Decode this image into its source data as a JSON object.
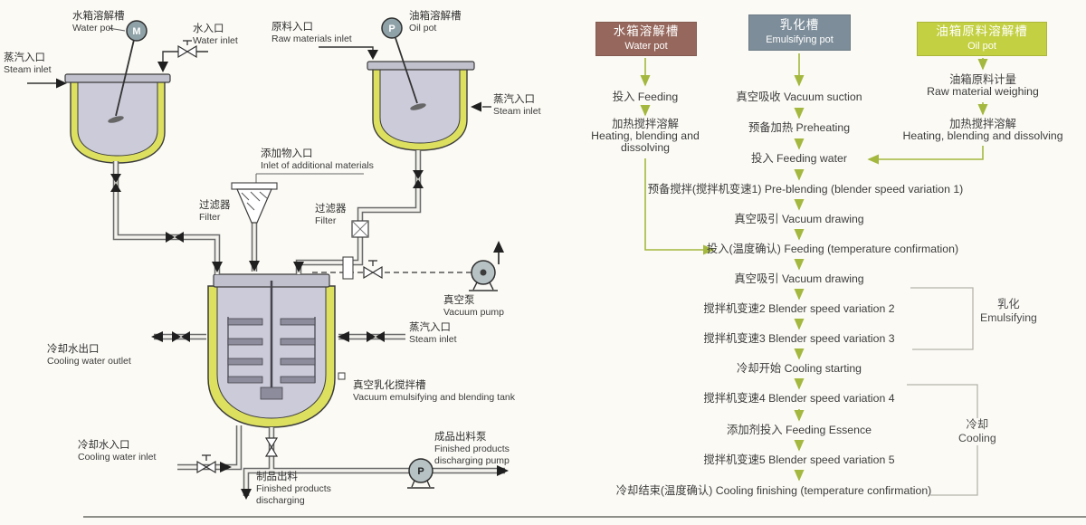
{
  "colors": {
    "background": "#fbfaf5",
    "jacket_green": "#dce05e",
    "vessel_gray": "#cccbda",
    "water_header": "#96675c",
    "emulsify_header": "#7d8d99",
    "oil_header": "#c3d041",
    "flow_arrow_green": "#a4b83f"
  },
  "pfd": {
    "motor_label": "M",
    "pump_label": "P",
    "water_pot": {
      "zh": "水箱溶解槽",
      "en": "Water pot"
    },
    "water_inlet": {
      "zh": "水入口",
      "en": "Water inlet"
    },
    "steam_inlet_water": {
      "zh": "蒸汽入口",
      "en": "Steam inlet"
    },
    "raw_materials_inlet": {
      "zh": "原料入口",
      "en": "Raw materials inlet"
    },
    "oil_pot": {
      "zh": "油箱溶解槽",
      "en": "Oil pot"
    },
    "steam_inlet_oil": {
      "zh": "蒸汽入口",
      "en": "Steam inlet"
    },
    "additional_inlet": {
      "zh": "添加物入口",
      "en": "Inlet of additional materials"
    },
    "filter_left": {
      "zh": "过滤器",
      "en": "Filter"
    },
    "filter_right": {
      "zh": "过滤器",
      "en": "Filter"
    },
    "vacuum_pump": {
      "zh": "真空泵",
      "en": "Vacuum pump"
    },
    "steam_inlet_main": {
      "zh": "蒸汽入口",
      "en": "Steam inlet"
    },
    "cooling_water_outlet": {
      "zh": "冷却水出口",
      "en": "Cooling water outlet"
    },
    "main_tank": {
      "zh": "真空乳化搅拌槽",
      "en": "Vacuum emulsifying and blending tank"
    },
    "cooling_water_inlet": {
      "zh": "冷却水入口",
      "en": "Cooling water inlet"
    },
    "discharge_pump": {
      "zh": "成品出料泵",
      "en_line1": "Finished products",
      "en_line2": "discharging pump"
    },
    "discharge": {
      "zh": "制品出料",
      "en_line1": "Finished products",
      "en_line2": "discharging"
    }
  },
  "flow": {
    "headers": [
      {
        "zh": "水箱溶解槽",
        "en": "Water pot"
      },
      {
        "zh": "乳化槽",
        "en": "Emulsifying pot"
      },
      {
        "zh": "油箱原料溶解槽",
        "en": "Oil pot"
      }
    ],
    "water_steps": {
      "feeding": "投入 Feeding",
      "heating_zh": "加热搅拌溶解",
      "heating_en1": "Heating, blending and",
      "heating_en2": "dissolving"
    },
    "oil_steps": {
      "weighing_zh": "油箱原料计量",
      "weighing_en": "Raw material weighing",
      "heating_zh": "加热搅拌溶解",
      "heating_en": "Heating, blending and dissolving"
    },
    "emulsify_steps": [
      "真空吸收 Vacuum suction",
      "预备加热 Preheating",
      "投入 Feeding water",
      "预备搅拌(搅拌机变速1) Pre-blending (blender speed variation 1)",
      "真空吸引 Vacuum drawing",
      "投入(温度确认) Feeding (temperature confirmation)",
      "真空吸引 Vacuum drawing",
      "搅拌机变速2 Blender speed variation 2",
      "搅拌机变速3 Blender speed variation 3",
      "冷却开始 Cooling starting",
      "搅拌机变速4 Blender speed variation 4",
      "添加剂投入 Feeding Essence",
      "搅拌机变速5 Blender speed variation 5",
      "冷却结束(温度确认) Cooling finishing (temperature confirmation)"
    ],
    "phase_emulsifying": {
      "zh": "乳化",
      "en": "Emulsifying"
    },
    "phase_cooling": {
      "zh": "冷却",
      "en": "Cooling"
    }
  }
}
